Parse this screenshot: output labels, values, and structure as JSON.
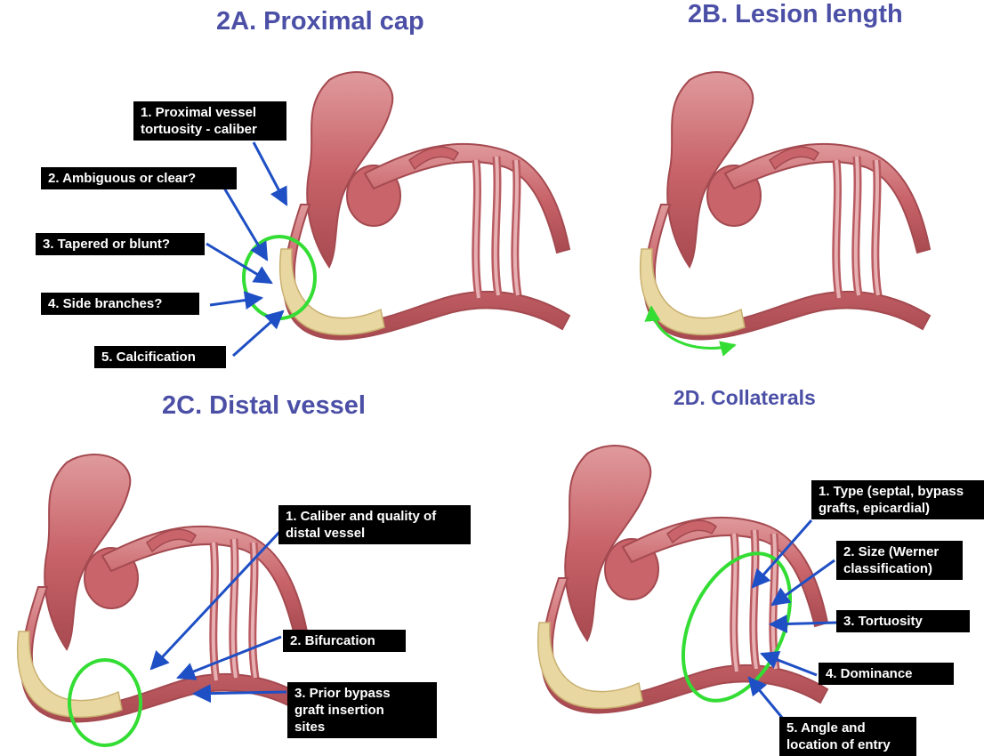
{
  "panels": {
    "a": {
      "title": "2A. Proximal cap",
      "labels": [
        "1. Proximal vessel\ntortuosity - caliber",
        "2. Ambiguous or clear?",
        "3. Tapered or blunt?",
        "4. Side branches?",
        "5. Calcification"
      ]
    },
    "b": {
      "title": "2B. Lesion length"
    },
    "c": {
      "title": "2C. Distal vessel",
      "labels": [
        "1. Caliber and quality of\ndistal vessel",
        "2. Bifurcation",
        "3. Prior bypass\ngraft insertion\nsites"
      ]
    },
    "d": {
      "title": "2D. Collaterals",
      "labels": [
        "1. Type (septal, bypass\ngrafts, epicardial)",
        "2. Size (Werner\nclassification)",
        "3. Tortuosity",
        "4. Dominance",
        "5. Angle and\nlocation of entry"
      ]
    }
  },
  "colors": {
    "title": "#4b4fa6",
    "arrow": "#1f4fc4",
    "highlight": "#33dd33",
    "vessel": "#c8646a",
    "calcification": "#e8d7a0"
  }
}
